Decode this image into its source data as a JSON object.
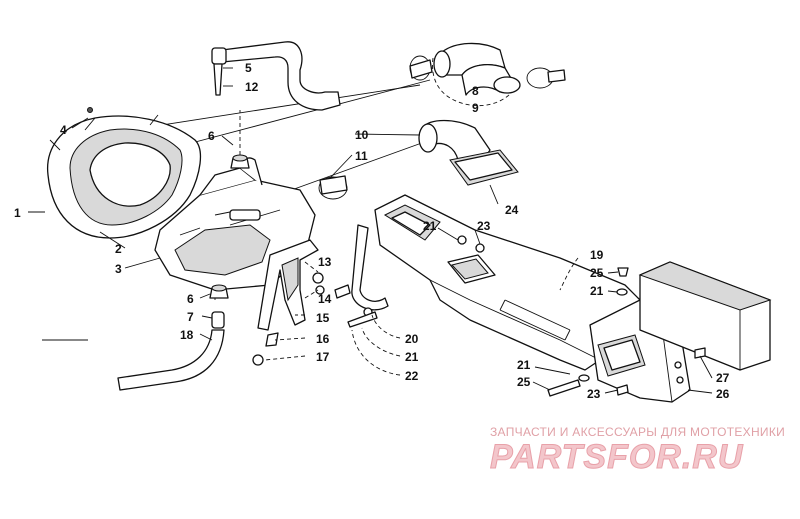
{
  "callouts": {
    "c1": "1",
    "c2": "2",
    "c3": "3",
    "c4": "4",
    "c5": "5",
    "c12": "12",
    "c6a": "6",
    "c6b": "6",
    "c7": "7",
    "c18": "18",
    "c8": "8",
    "c9": "9",
    "c10": "10",
    "c11": "11",
    "c13": "13",
    "c14": "14",
    "c15": "15",
    "c16": "16",
    "c17": "17",
    "c20": "20",
    "c21a": "21",
    "c22": "22",
    "c24": "24",
    "c21b": "21",
    "c23a": "23",
    "c19": "19",
    "c25a": "25",
    "c21c": "21",
    "c21d": "21",
    "c25b": "25",
    "c23b": "23",
    "c27": "27",
    "c26": "26"
  },
  "watermark": {
    "tagline": "ЗАПЧАСТИ И АКСЕССУАРЫ ДЛЯ МОТОТЕХНИКИ",
    "logo": "PARTSFOR.RU"
  },
  "colors": {
    "line": "#111111",
    "watermark": "#e8a1a9"
  }
}
